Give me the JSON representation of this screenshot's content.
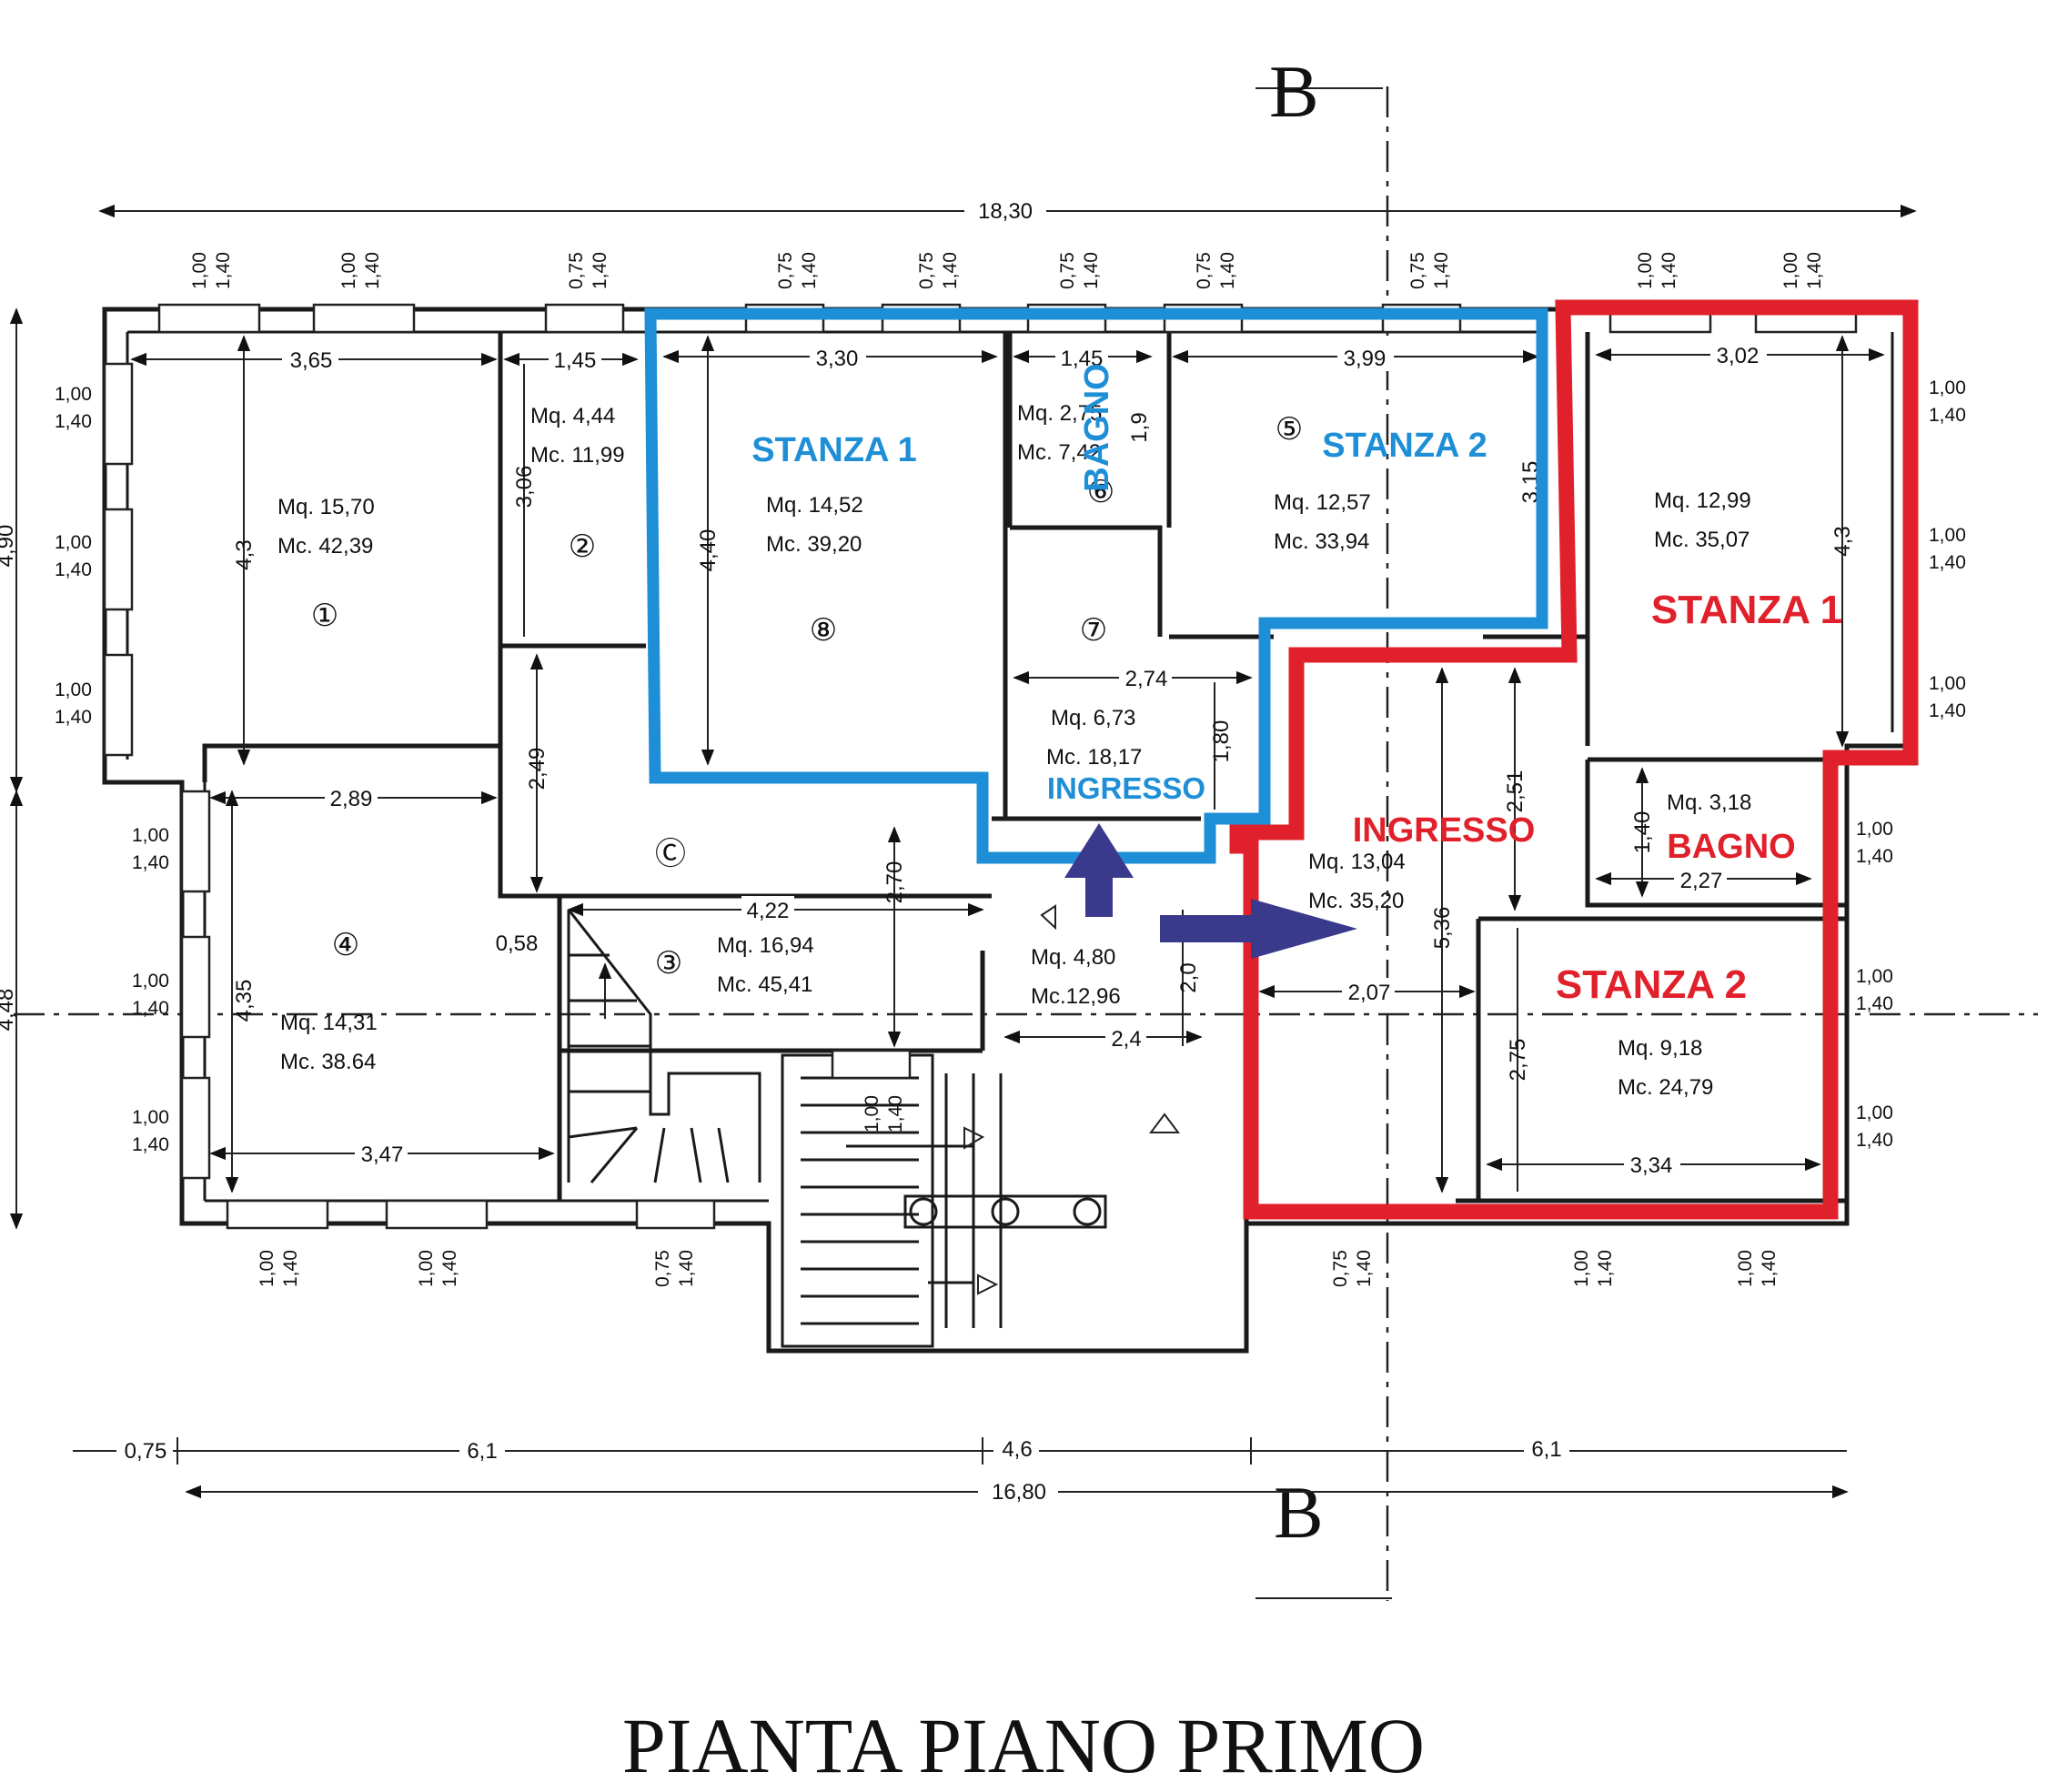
{
  "title": "PIANTA PIANO PRIMO",
  "section_marks": {
    "top": "B",
    "bottom": "B"
  },
  "colors": {
    "blue": "#1e8fd6",
    "red": "#e0202a",
    "arrow": "#3a3a8c",
    "line": "#1a1a1a"
  },
  "overall_dims": {
    "top_total": "18,30",
    "bottom_total": "16,80",
    "left_upper": "4,90",
    "left_lower": "4,48"
  },
  "bottom_dims": [
    "0,75",
    "6,1",
    "4,6",
    "6,1"
  ],
  "window_tags": {
    "w100": "1,00",
    "w075": "0,75",
    "h140": "1,40"
  },
  "rooms": {
    "r1": {
      "num": "①",
      "mq": "Mq. 15,70",
      "mc": "Mc. 42,39",
      "w": "3,65",
      "h": "4,3"
    },
    "r2": {
      "num": "②",
      "mq": "Mq. 4,44",
      "mc": "Mc. 11,99",
      "w": "1,45",
      "h": "3,06"
    },
    "r3": {
      "num": "③",
      "mq": "Mq. 16,94",
      "mc": "Mc. 45,41",
      "w": "4,22",
      "h": "2,70"
    },
    "r4": {
      "num": "④",
      "mq": "Mq. 14,31",
      "mc": "Mc. 38.64",
      "w": "2,89",
      "w2": "3,47",
      "h": "4,35",
      "side": "0,58"
    },
    "r5": {
      "num": "⑤",
      "mq": "Mq. 12,57",
      "mc": "Mc. 33,94",
      "w": "3,99",
      "h": "3,15"
    },
    "r6": {
      "num": "⑥",
      "mq": "Mq. 2,75",
      "mc": "Mc. 7,42",
      "w": "1,45",
      "h": "1,9"
    },
    "r7": {
      "num": "⑦",
      "mq": "Mq. 6,73",
      "mc": "Mc. 18,17",
      "w": "2,74",
      "h": "1,80"
    },
    "r8": {
      "num": "⑧",
      "mq": "Mq. 14,52",
      "mc": "Mc. 39,20",
      "w": "3,30",
      "h": "4,40"
    },
    "rC": {
      "num": "Ⓒ",
      "h": "2,49"
    },
    "hall": {
      "mq": "Mq. 4,80",
      "mc": "Mc.12,96",
      "w": "2,4",
      "h": "2,0"
    },
    "eR1": {
      "mq": "Mq. 12,99",
      "mc": "Mc. 35,07",
      "w": "3,02",
      "h": "4,3"
    },
    "eBath": {
      "mq": "Mq. 3,18",
      "w": "2,27",
      "h": "1,40"
    },
    "eEntry": {
      "mq": "Mq. 13,04",
      "mc": "Mc. 35,20",
      "h": "2,51",
      "h2": "5,36"
    },
    "eR2": {
      "mq": "Mq. 9,18",
      "mc": "Mc. 24,79",
      "w": "3,34",
      "w2": "2,07",
      "h": "2,75"
    }
  },
  "blue_labels": {
    "room1": "STANZA 1",
    "room2": "STANZA 2",
    "bath": "BAGNO",
    "entry": "INGRESSO"
  },
  "red_labels": {
    "room1": "STANZA 1",
    "room2": "STANZA 2",
    "bath": "BAGNO",
    "entry": "INGRESSO"
  }
}
